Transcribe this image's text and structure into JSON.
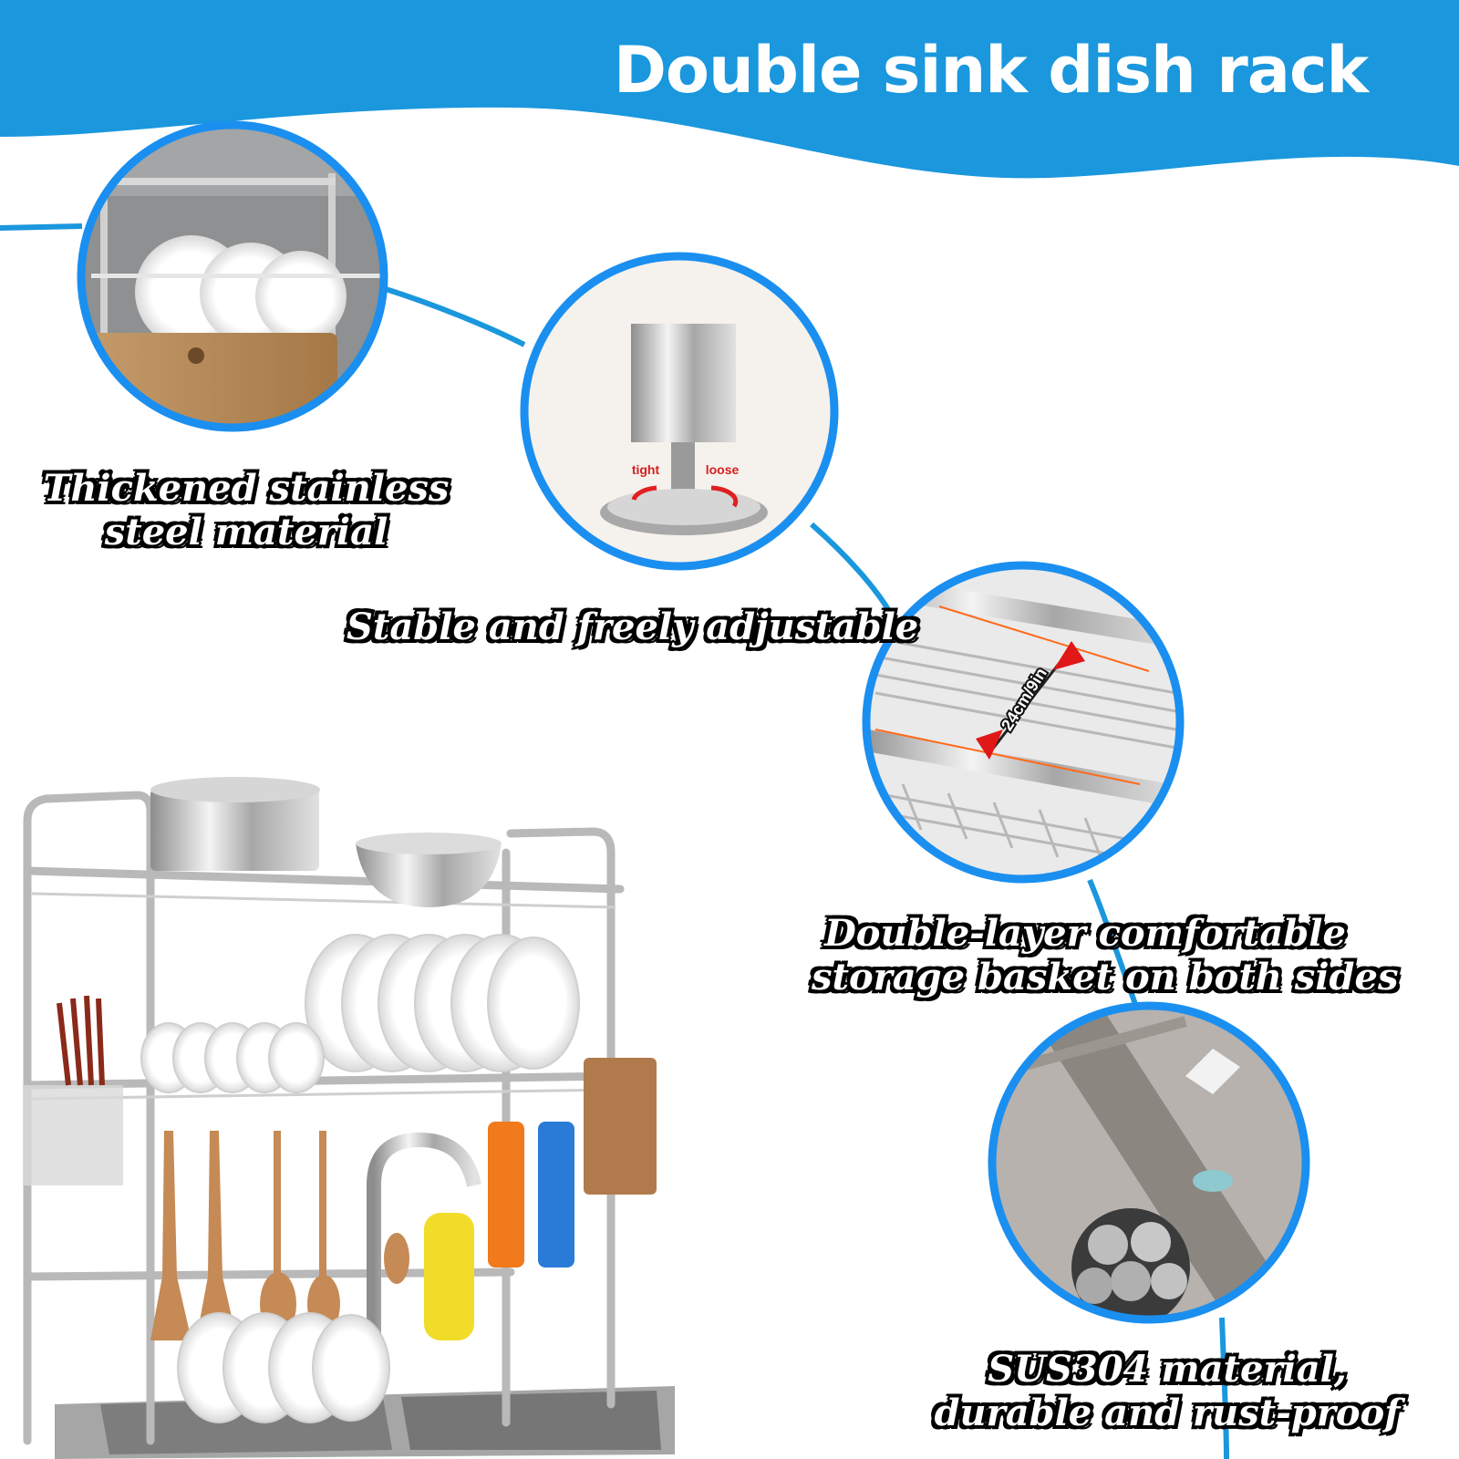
{
  "banner": {
    "title": "Double sink dish rack",
    "color": "#1a97dd"
  },
  "accent_color": "#1a8ff0",
  "features": [
    {
      "icon": "dish-rack-detail-photo",
      "caption": [
        "Thickened stainless",
        "steel material"
      ]
    },
    {
      "icon": "adjustable-foot-photo",
      "caption": [
        "Stable and freely adjustable"
      ],
      "labels": {
        "tight": "tight",
        "loose": "loose"
      }
    },
    {
      "icon": "storage-basket-photo",
      "caption": [
        "Double-layer comfortable",
        "storage basket on both sides"
      ],
      "dimension": "24cm/9in"
    },
    {
      "icon": "steel-rods-photo",
      "caption": [
        "SUS304 material,",
        "durable and rust-proof"
      ]
    }
  ],
  "product": {
    "icon": "double-sink-dish-rack-photo"
  }
}
